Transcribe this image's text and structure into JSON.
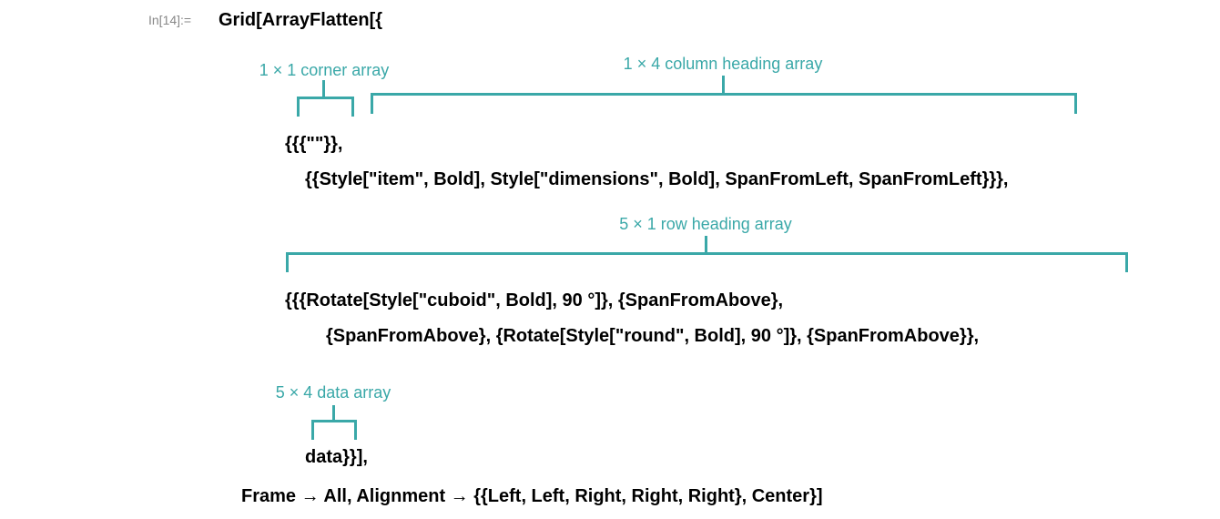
{
  "cell": {
    "prompt": "In[14]:=",
    "lines": [
      "Grid[ArrayFlatten[{",
      "{{{\"\"}},",
      "{{Style[\"item\", Bold], Style[\"dimensions\", Bold], SpanFromLeft, SpanFromLeft}}},",
      "{{{Rotate[Style[\"cuboid\", Bold], 90 °]}, {SpanFromAbove},",
      "{SpanFromAbove}, {Rotate[Style[\"round\", Bold], 90 °]}, {SpanFromAbove}},",
      "data}}],",
      "Frame → All, Alignment → {{Left, Left, Right, Right, Right}, Center}]"
    ]
  },
  "annotations": {
    "corner": "1 × 1 corner array",
    "column_heading": "1 × 4 column heading array",
    "row_heading": "5 × 1 row heading array",
    "data": "5 × 4 data array"
  },
  "colors": {
    "annotation": "#3aa8a8"
  }
}
